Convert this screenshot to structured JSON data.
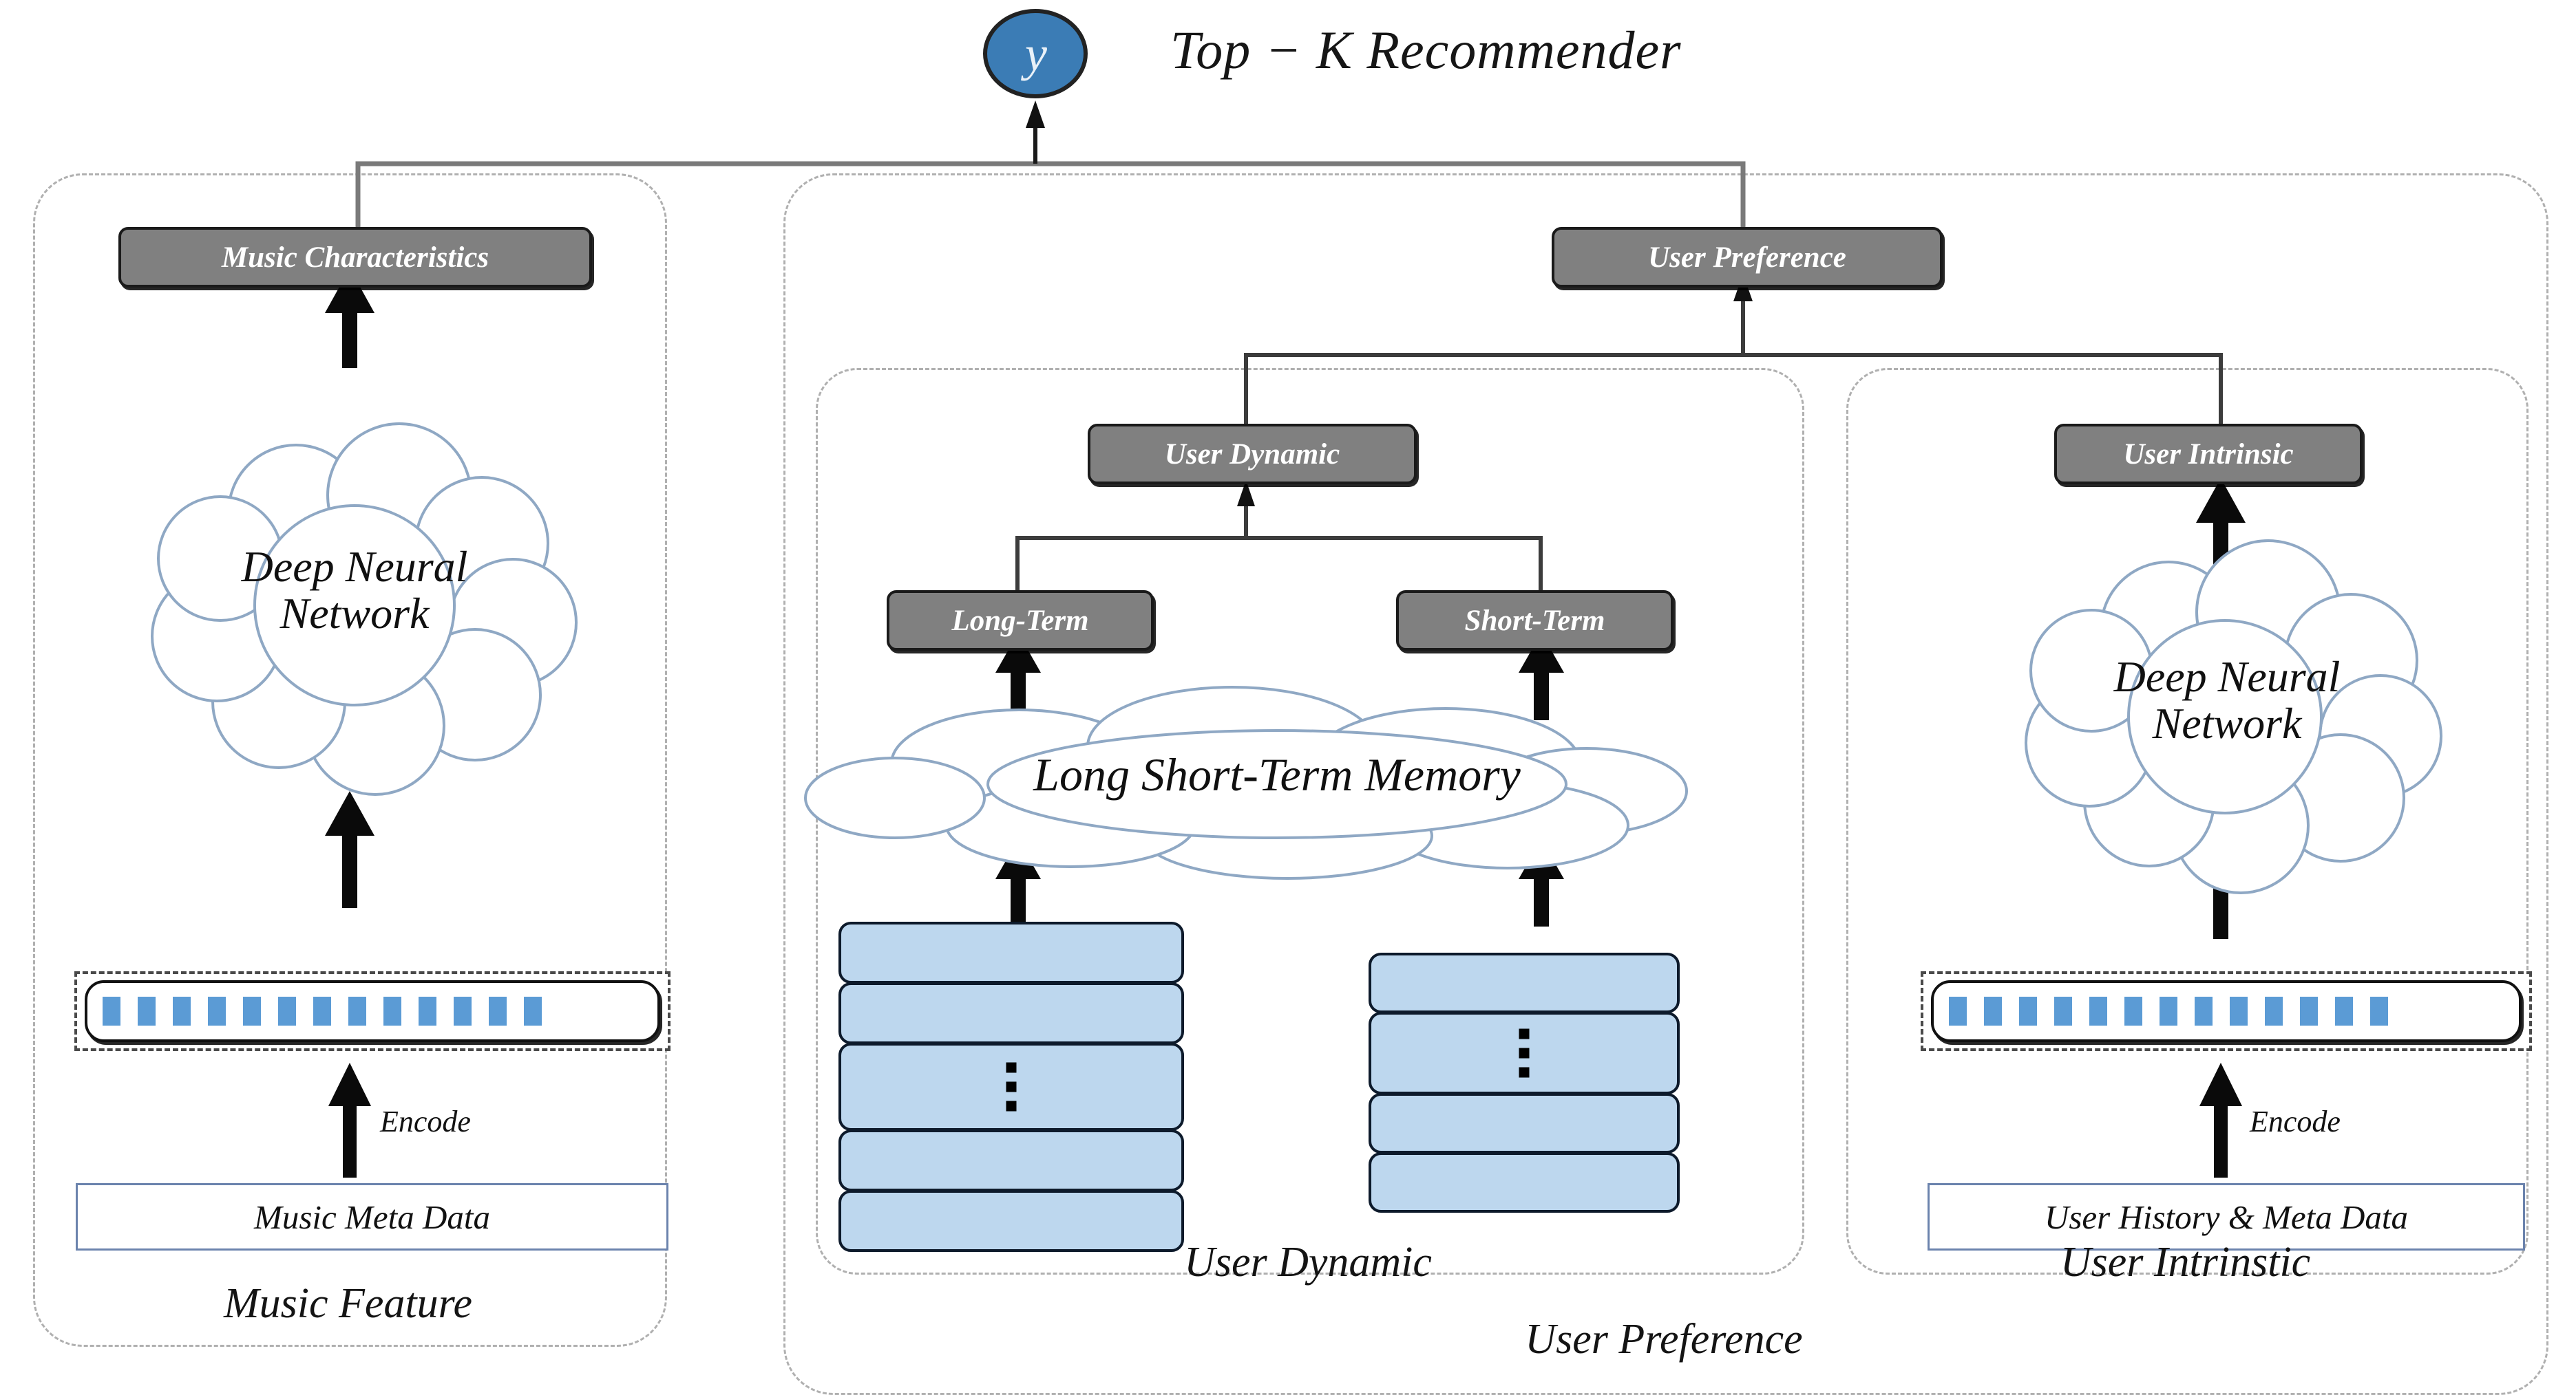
{
  "diagram": {
    "title": "Top − K Recommender",
    "output_node": {
      "label": "y"
    }
  },
  "nodes": {
    "music_characteristics": "Music Characteristics",
    "user_preference": "User Preference",
    "user_dynamic": "User Dynamic",
    "user_intrinsic": "User Intrinsic",
    "long_term": "Long-Term",
    "short_term": "Short-Term"
  },
  "clouds": {
    "music_dnn": {
      "line1": "Deep Neural",
      "line2": "Network"
    },
    "lstm": {
      "line1": "Long Short-Term Memory"
    },
    "user_dnn": {
      "line1": "Deep Neural",
      "line2": "Network"
    }
  },
  "encode_labels": {
    "music": "Encode",
    "user": "Encode"
  },
  "source_boxes": {
    "music_meta": "Music Meta Data",
    "user_history": "User History & Meta Data"
  },
  "section_labels": {
    "music_feature": "Music Feature",
    "user_dynamic": "User Dynamic",
    "user_intrinstic": "User Intrinstic",
    "user_preference": "User Preference"
  },
  "vectors": {
    "music_cells": 13,
    "user_cells": 13
  },
  "stacks": {
    "long_term": {
      "count": 5,
      "dots_index": 2
    },
    "short_term": {
      "count": 4,
      "dots_index": 1
    }
  },
  "colors": {
    "node_fill": "#808080",
    "slab_fill": "#bdd7ee",
    "vector_cell": "#5b9bd5",
    "ellipse_fill": "#3b7cb5",
    "cloud_stroke": "#8fa8c4",
    "group_dash": "#b0b0b0",
    "src_border": "#6b83ad"
  }
}
